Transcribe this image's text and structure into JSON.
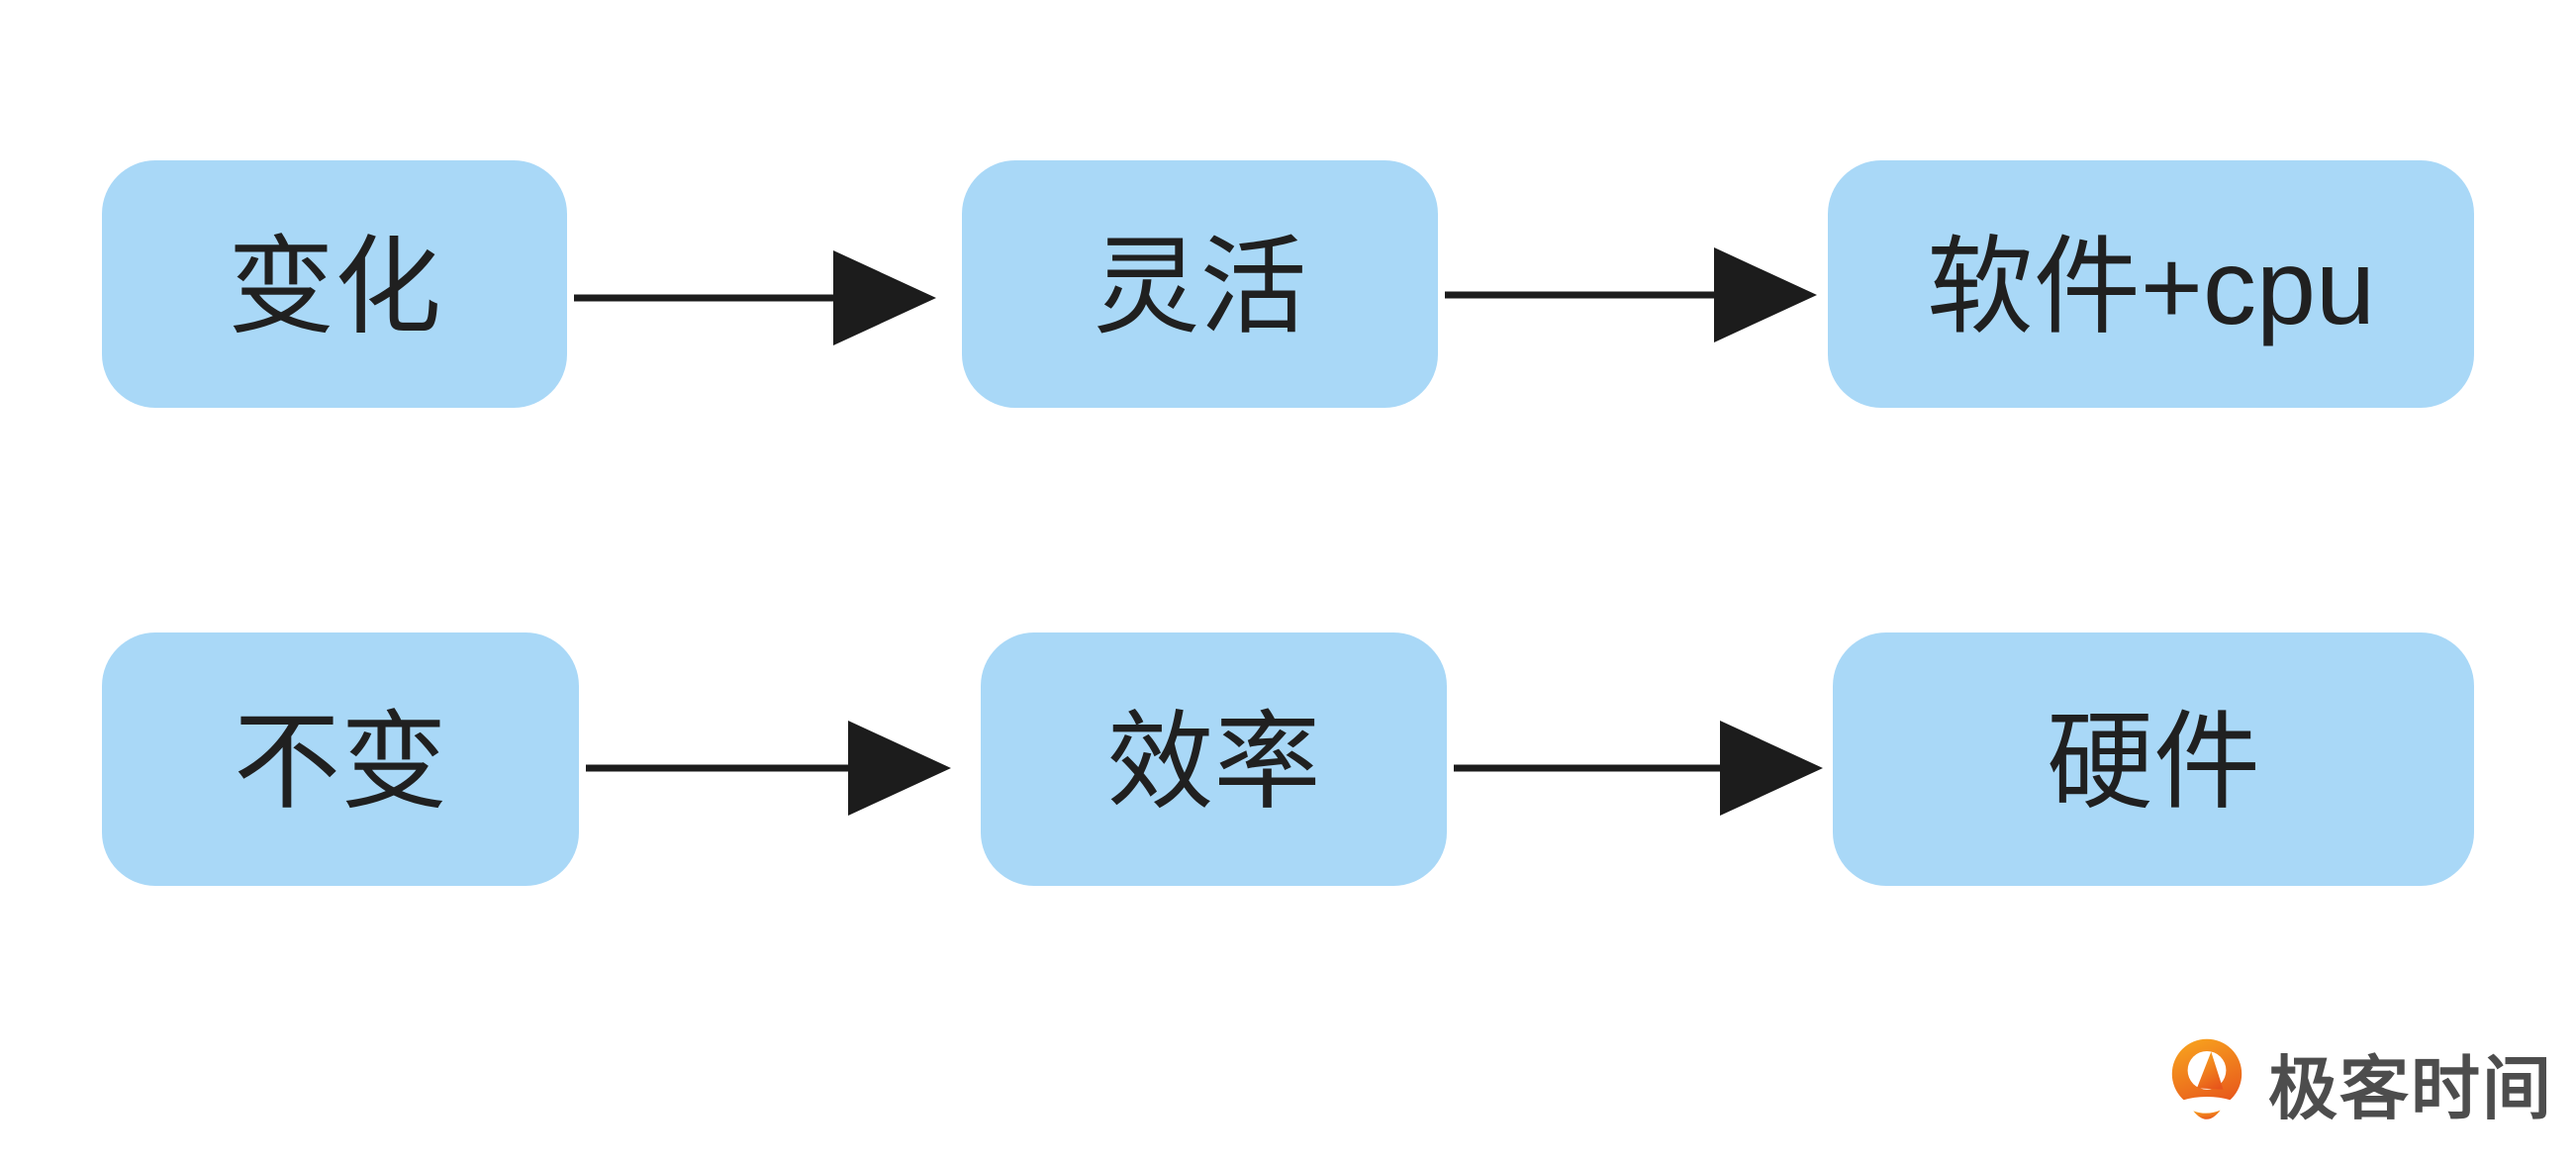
{
  "diagram": {
    "type": "flowchart",
    "rows": [
      {
        "nodes": [
          {
            "label": "变化"
          },
          {
            "label": "灵活"
          },
          {
            "label": "软件+cpu"
          }
        ]
      },
      {
        "nodes": [
          {
            "label": "不变"
          },
          {
            "label": "效率"
          },
          {
            "label": "硬件"
          }
        ]
      }
    ],
    "edges": [
      {
        "from": "变化",
        "to": "灵活"
      },
      {
        "from": "灵活",
        "to": "软件+cpu"
      },
      {
        "from": "不变",
        "to": "效率"
      },
      {
        "from": "效率",
        "to": "硬件"
      }
    ]
  },
  "logo": {
    "text": "极客时间"
  },
  "colors": {
    "background": "#ffffff",
    "node-fill": "#a9d8f7",
    "node-text": "#202020",
    "arrow": "#1c1c1c",
    "logo-text": "#4d4d4d",
    "logo-grad-top": "#f7a01e",
    "logo-grad-bottom": "#e7551c"
  }
}
